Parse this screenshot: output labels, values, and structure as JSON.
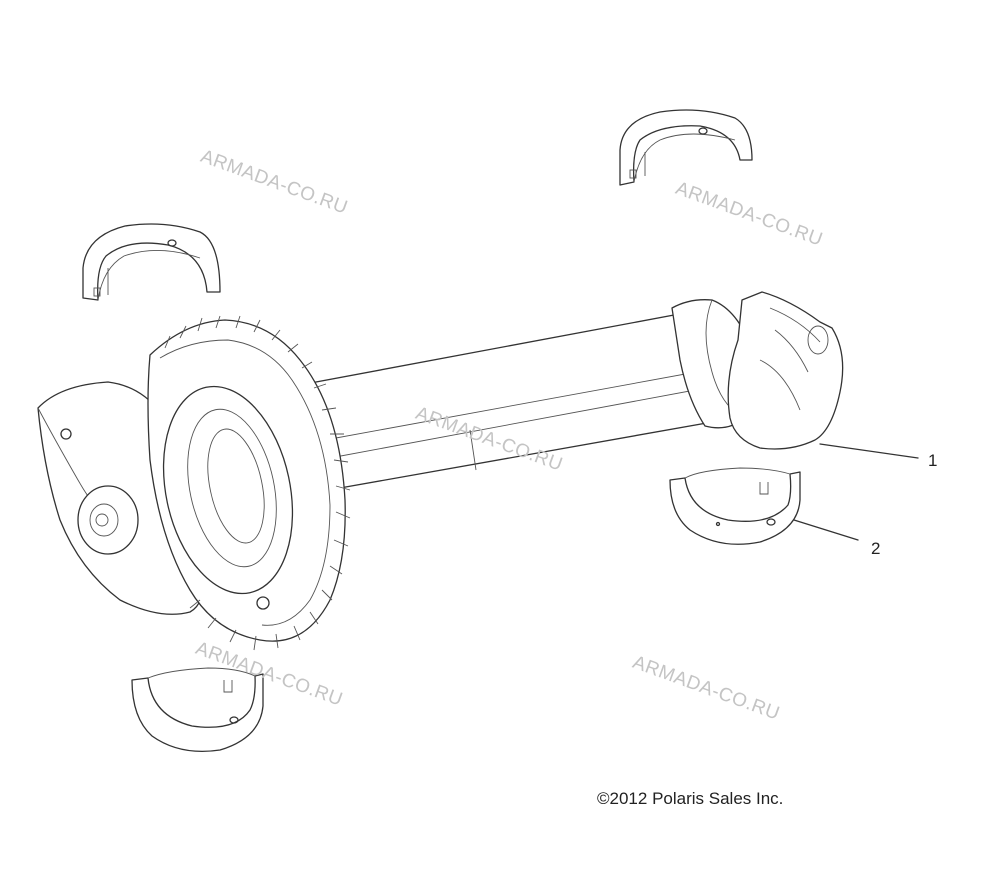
{
  "callouts": [
    {
      "id": "1",
      "label": "1"
    },
    {
      "id": "2",
      "label": "2"
    }
  ],
  "copyright": "©2012 Polaris Sales Inc.",
  "watermark": "ARMADA-CO.RU"
}
